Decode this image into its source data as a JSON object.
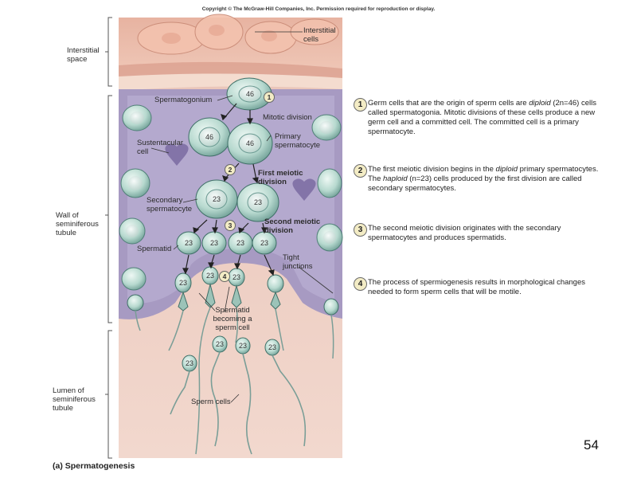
{
  "copyright": "Copyright © The McGraw-Hill Companies, Inc. Permission required for reproduction or display.",
  "side_labels": {
    "interstitial_space": "Interstitial space",
    "wall": "Wall of seminiferous tubule",
    "lumen": "Lumen of seminiferous tubule"
  },
  "figure_labels": {
    "interstitial_cells": "Interstitial cells",
    "spermatogonium": "Spermatogonium",
    "mitotic_division": "Mitotic division",
    "sustentacular_cell": "Sustentacular cell",
    "primary_spermatocyte": "Primary spermatocyte",
    "first_meiotic_division": "First meiotic division",
    "secondary_spermatocyte": "Secondary spermatocyte",
    "second_meiotic_division": "Second meiotic division",
    "spermatid": "Spermatid",
    "tight_junctions": "Tight junctions",
    "spermatid_becoming": "Spermatid becoming a sperm cell",
    "sperm_cells": "Sperm cells"
  },
  "cell_numbers": {
    "n46": "46",
    "n23": "23"
  },
  "step_markers": [
    "1",
    "2",
    "3",
    "4"
  ],
  "steps": [
    {
      "num": "1",
      "text_before": "Germ cells that are the origin of sperm cells are ",
      "em": "diploid",
      "text_after": " (2n=46) cells called spermatogonia. Mitotic divisions of these cells produce a new germ cell and a committed cell. The committed cell is a primary spermatocyte."
    },
    {
      "num": "2",
      "text_before": "The first meiotic division begins in the ",
      "em": "diploid",
      "text_mid": " primary spermatocytes. The ",
      "em2": "haploid",
      "text_after": " (n=23) cells produced by the first division are called secondary spermatocytes."
    },
    {
      "num": "3",
      "text_before": "The second meiotic division originates with the secondary spermatocytes and produces spermatids."
    },
    {
      "num": "4",
      "text_before": "The process of spermiogenesis results in morphological changes needed to form sperm cells that will be motile."
    }
  ],
  "caption": "(a) Spermatogenesis",
  "page_number": "54"
}
